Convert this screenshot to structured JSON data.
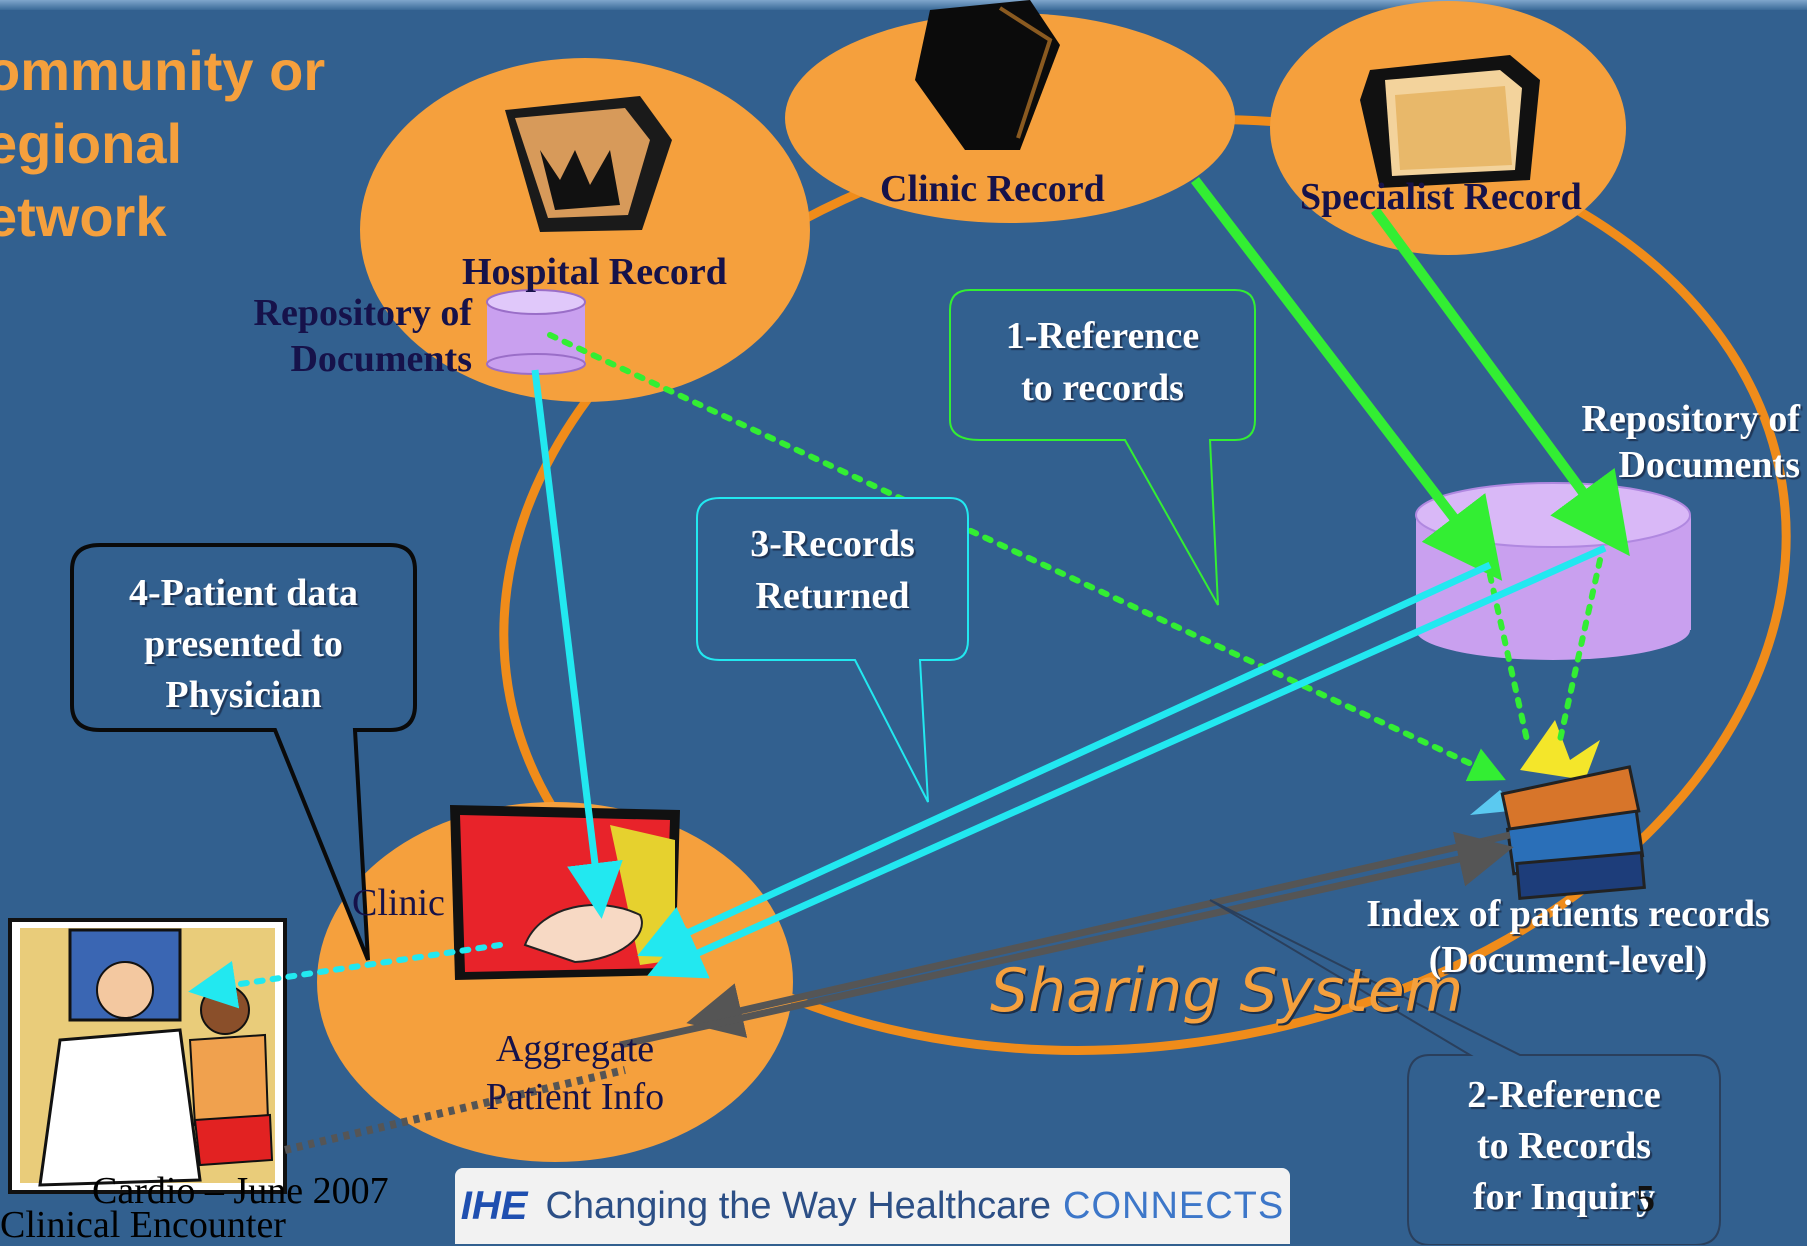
{
  "title": [
    "ommunity or",
    "egional",
    "etwork"
  ],
  "nodes": {
    "hospital": "Hospital Record",
    "clinic": "Clinic Record",
    "specialist": "Specialist Record",
    "repo_left": [
      "Repository of",
      "Documents"
    ],
    "repo_right": [
      "Repository of",
      "Documents"
    ],
    "index": [
      "Index of patients records",
      "(Document-level)"
    ],
    "clinic_local": "Clinic",
    "aggregate": [
      "Aggregate",
      "Patient Info"
    ],
    "sharing": "Sharing System"
  },
  "callouts": {
    "c1": [
      "1-Reference",
      "to records"
    ],
    "c2": [
      "2-Reference",
      "to Records",
      "for Inquiry"
    ],
    "c3": [
      "3-Records",
      "Returned"
    ],
    "c4": [
      "4-Patient data",
      "presented to",
      "Physician"
    ]
  },
  "footer": {
    "logo": "IHE",
    "tagline": "Changing the Way Healthcare",
    "brand": "CONNECTS",
    "date": "Cardio – June 2007",
    "clinical": "Clinical Encounter",
    "page": "5"
  },
  "icons": [
    "hospital-folder-icon",
    "clinic-folder-icon",
    "specialist-folder-icon",
    "repository-cylinder-icon",
    "index-books-icon",
    "aggregate-folder-hand-icon",
    "physician-patient-clipart-icon"
  ],
  "colors": {
    "background": "#32608f",
    "orange": "#f5a03d",
    "ring": "#f08c1a",
    "green_arrow": "#33ee33",
    "cyan_arrow": "#22e8f0",
    "repository": "#c9a0ef"
  }
}
